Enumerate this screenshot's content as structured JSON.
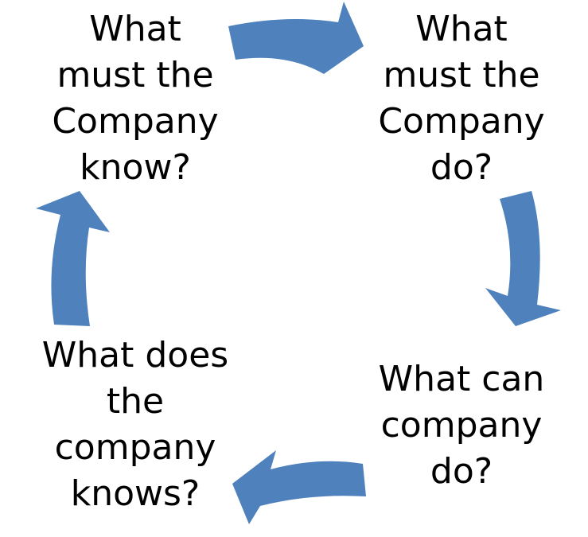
{
  "diagram": {
    "nodes": {
      "top_left": [
        "What",
        "must the",
        "Company",
        "know?"
      ],
      "top_right": [
        "What",
        "must the",
        "Company",
        "do?"
      ],
      "bottom_right": [
        "What can",
        "company",
        "do?"
      ],
      "bottom_left": [
        "What does",
        "the",
        "company",
        "knows?"
      ]
    },
    "arrow_color": "#4f81bd",
    "flow": [
      "top_left",
      "top_right",
      "bottom_right",
      "bottom_left"
    ]
  }
}
